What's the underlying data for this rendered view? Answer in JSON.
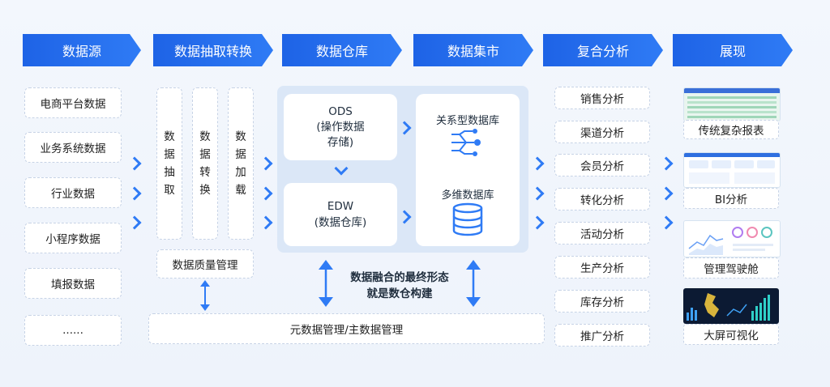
{
  "headers": [
    "数据源",
    "数据抽取转换",
    "数据仓库",
    "数据集市",
    "复合分析",
    "展现"
  ],
  "sources": [
    "电商平台数据",
    "业务系统数据",
    "行业数据",
    "小程序数据",
    "填报数据",
    "......"
  ],
  "etl": {
    "extract": "数据抽取",
    "transform": "数据转换",
    "load": "数据加载",
    "quality": "数据质量管理"
  },
  "warehouse": {
    "ods_title": "ODS",
    "ods_sub1": "(操作数据",
    "ods_sub2": "存储)",
    "edw_title": "EDW",
    "edw_sub": "(数据仓库)"
  },
  "mart": {
    "relational": "关系型数据库",
    "multidim": "多维数据库"
  },
  "caption": {
    "line1": "数据融合的最终形态",
    "line2": "就是数仓构建"
  },
  "metadata": "元数据管理/主数据管理",
  "analysis": [
    "销售分析",
    "渠道分析",
    "会员分析",
    "转化分析",
    "活动分析",
    "生产分析",
    "库存分析",
    "推广分析"
  ],
  "display": [
    "传统复杂报表",
    "BI分析",
    "管理驾驶舱",
    "大屏可视化"
  ],
  "colors": {
    "accent": "#2f7bf5",
    "header_start": "#1e63e6",
    "panel": "#dbe7f7"
  },
  "icons": [
    "network-icon",
    "database-icon",
    "chevron-right-icon",
    "double-arrow-icon"
  ]
}
